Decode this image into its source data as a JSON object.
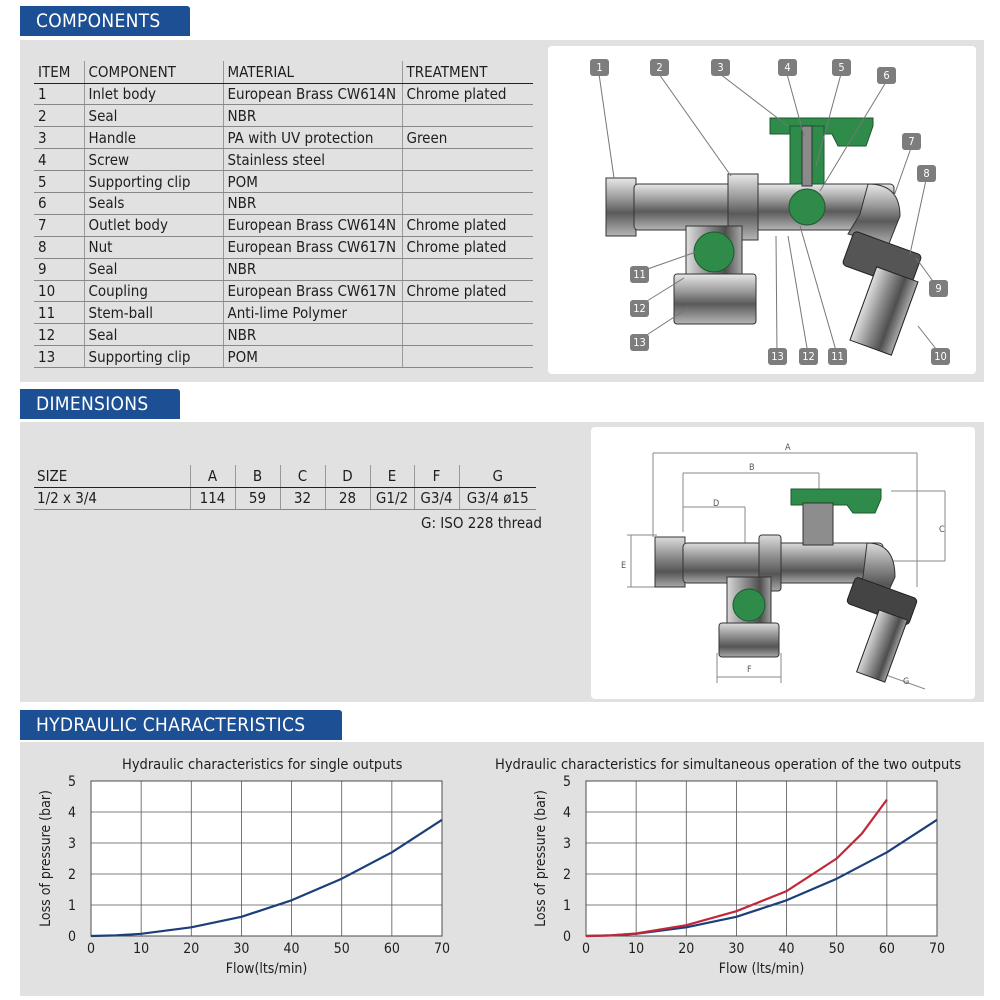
{
  "sections": {
    "components": "COMPONENTS",
    "dimensions": "DIMENSIONS",
    "hydraulic": "HYDRAULIC CHARACTERISTICS"
  },
  "components_table": {
    "headers": [
      "ITEM",
      "COMPONENT",
      "MATERIAL",
      "TREATMENT"
    ],
    "rows": [
      [
        "1",
        "Inlet body",
        "European Brass CW614N",
        "Chrome plated"
      ],
      [
        "2",
        "Seal",
        "NBR",
        ""
      ],
      [
        "3",
        "Handle",
        "PA with UV protection",
        "Green"
      ],
      [
        "4",
        "Screw",
        "Stainless steel",
        ""
      ],
      [
        "5",
        "Supporting clip",
        "POM",
        ""
      ],
      [
        "6",
        "Seals",
        "NBR",
        ""
      ],
      [
        "7",
        "Outlet body",
        "European Brass CW614N",
        "Chrome plated"
      ],
      [
        "8",
        "Nut",
        "European Brass CW617N",
        "Chrome plated"
      ],
      [
        "9",
        "Seal",
        "NBR",
        ""
      ],
      [
        "10",
        "Coupling",
        "European Brass CW617N",
        "Chrome plated"
      ],
      [
        "11",
        "Stem-ball",
        "Anti-lime Polymer",
        ""
      ],
      [
        "12",
        "Seal",
        "NBR",
        ""
      ],
      [
        "13",
        "Supporting clip",
        "POM",
        ""
      ]
    ]
  },
  "diagram_labels": [
    "1",
    "2",
    "3",
    "4",
    "5",
    "6",
    "7",
    "8",
    "9",
    "10",
    "11",
    "12",
    "13"
  ],
  "dimensions_table": {
    "headers": [
      "SIZE",
      "A",
      "B",
      "C",
      "D",
      "E",
      "F",
      "G"
    ],
    "rows": [
      [
        "1/2 x 3/4",
        "114",
        "59",
        "32",
        "28",
        "G1/2",
        "G3/4",
        "G3/4 ø15"
      ]
    ],
    "note": "G: ISO 228 thread"
  },
  "dimension_letters": [
    "A",
    "B",
    "C",
    "D",
    "E",
    "F",
    "G"
  ],
  "colors": {
    "header_blue": "#1c4f93",
    "curve_blue": "#1c3f7a",
    "curve_red": "#c0283a",
    "handle_green": "#2e8b4a"
  },
  "chart_data": [
    {
      "type": "line",
      "title": "Hydraulic characteristics for single outputs",
      "xlabel": "Flow(lts/min)",
      "ylabel": "Loss of pressure (bar)",
      "xlim": [
        0,
        70
      ],
      "ylim": [
        0,
        5
      ],
      "xticks": [
        0,
        10,
        20,
        30,
        40,
        50,
        60,
        70
      ],
      "yticks": [
        0,
        1,
        2,
        3,
        4,
        5
      ],
      "grid": true,
      "series": [
        {
          "color": "#1c3f7a",
          "x": [
            0,
            5,
            10,
            20,
            30,
            40,
            50,
            60,
            70
          ],
          "y": [
            0,
            0.02,
            0.07,
            0.28,
            0.62,
            1.15,
            1.85,
            2.7,
            3.75
          ]
        }
      ]
    },
    {
      "type": "line",
      "title": "Hydraulic characteristics for simultaneous operation of the two outputs",
      "xlabel": "Flow (lts/min)",
      "ylabel": "Loss of pressure (bar)",
      "xlim": [
        0,
        70
      ],
      "ylim": [
        0,
        5
      ],
      "xticks": [
        0,
        10,
        20,
        30,
        40,
        50,
        60,
        70
      ],
      "yticks": [
        0,
        1,
        2,
        3,
        4,
        5
      ],
      "grid": true,
      "series": [
        {
          "color": "#1c3f7a",
          "x": [
            0,
            5,
            10,
            20,
            30,
            40,
            50,
            60,
            70
          ],
          "y": [
            0,
            0.02,
            0.07,
            0.28,
            0.62,
            1.15,
            1.85,
            2.7,
            3.75
          ]
        },
        {
          "color": "#c0283a",
          "x": [
            0,
            5,
            10,
            20,
            30,
            40,
            50,
            55,
            60
          ],
          "y": [
            0,
            0.02,
            0.08,
            0.35,
            0.8,
            1.45,
            2.5,
            3.3,
            4.4
          ]
        }
      ]
    }
  ]
}
